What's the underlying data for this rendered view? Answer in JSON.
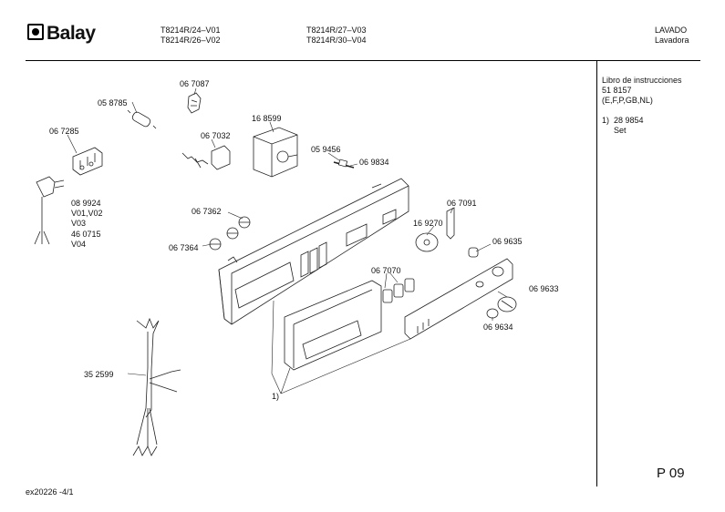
{
  "header": {
    "brand": "Balay",
    "models_col1": [
      "T8214R/24–V01",
      "T8214R/26–V02"
    ],
    "models_col2": [
      "T8214R/27–V03",
      "T8214R/30–V04"
    ],
    "category": [
      "LAVADO",
      "Lavadora"
    ]
  },
  "side_panel": {
    "manual_title": "Libro de instrucciones",
    "manual_number": "51 8157",
    "manual_languages": "(E,F,P,GB,NL)",
    "note_ref": "1)",
    "note_number": "28 9854",
    "note_text": "Set"
  },
  "parts": {
    "p058785": "05 8785",
    "p067087": "06 7087",
    "p067285": "06 7285",
    "p067032": "06 7032",
    "p168599": "16 8599",
    "p059456": "05 9456",
    "p069834": "06 9834",
    "p089924": "08 9924",
    "v01v02": "V01,V02",
    "v03": "V03",
    "p460715": "46 0715",
    "v04": "V04",
    "p067362": "06 7362",
    "p067364": "06 7364",
    "p067091": "06 7091",
    "p169270": "16 9270",
    "p069635": "06 9635",
    "p067070": "06 7070",
    "p069633": "06 9633",
    "p069634": "06 9634",
    "p352599": "35 2599",
    "set_callout": "1)"
  },
  "page_number": "P 09",
  "footer": "ex20226  -4/1"
}
